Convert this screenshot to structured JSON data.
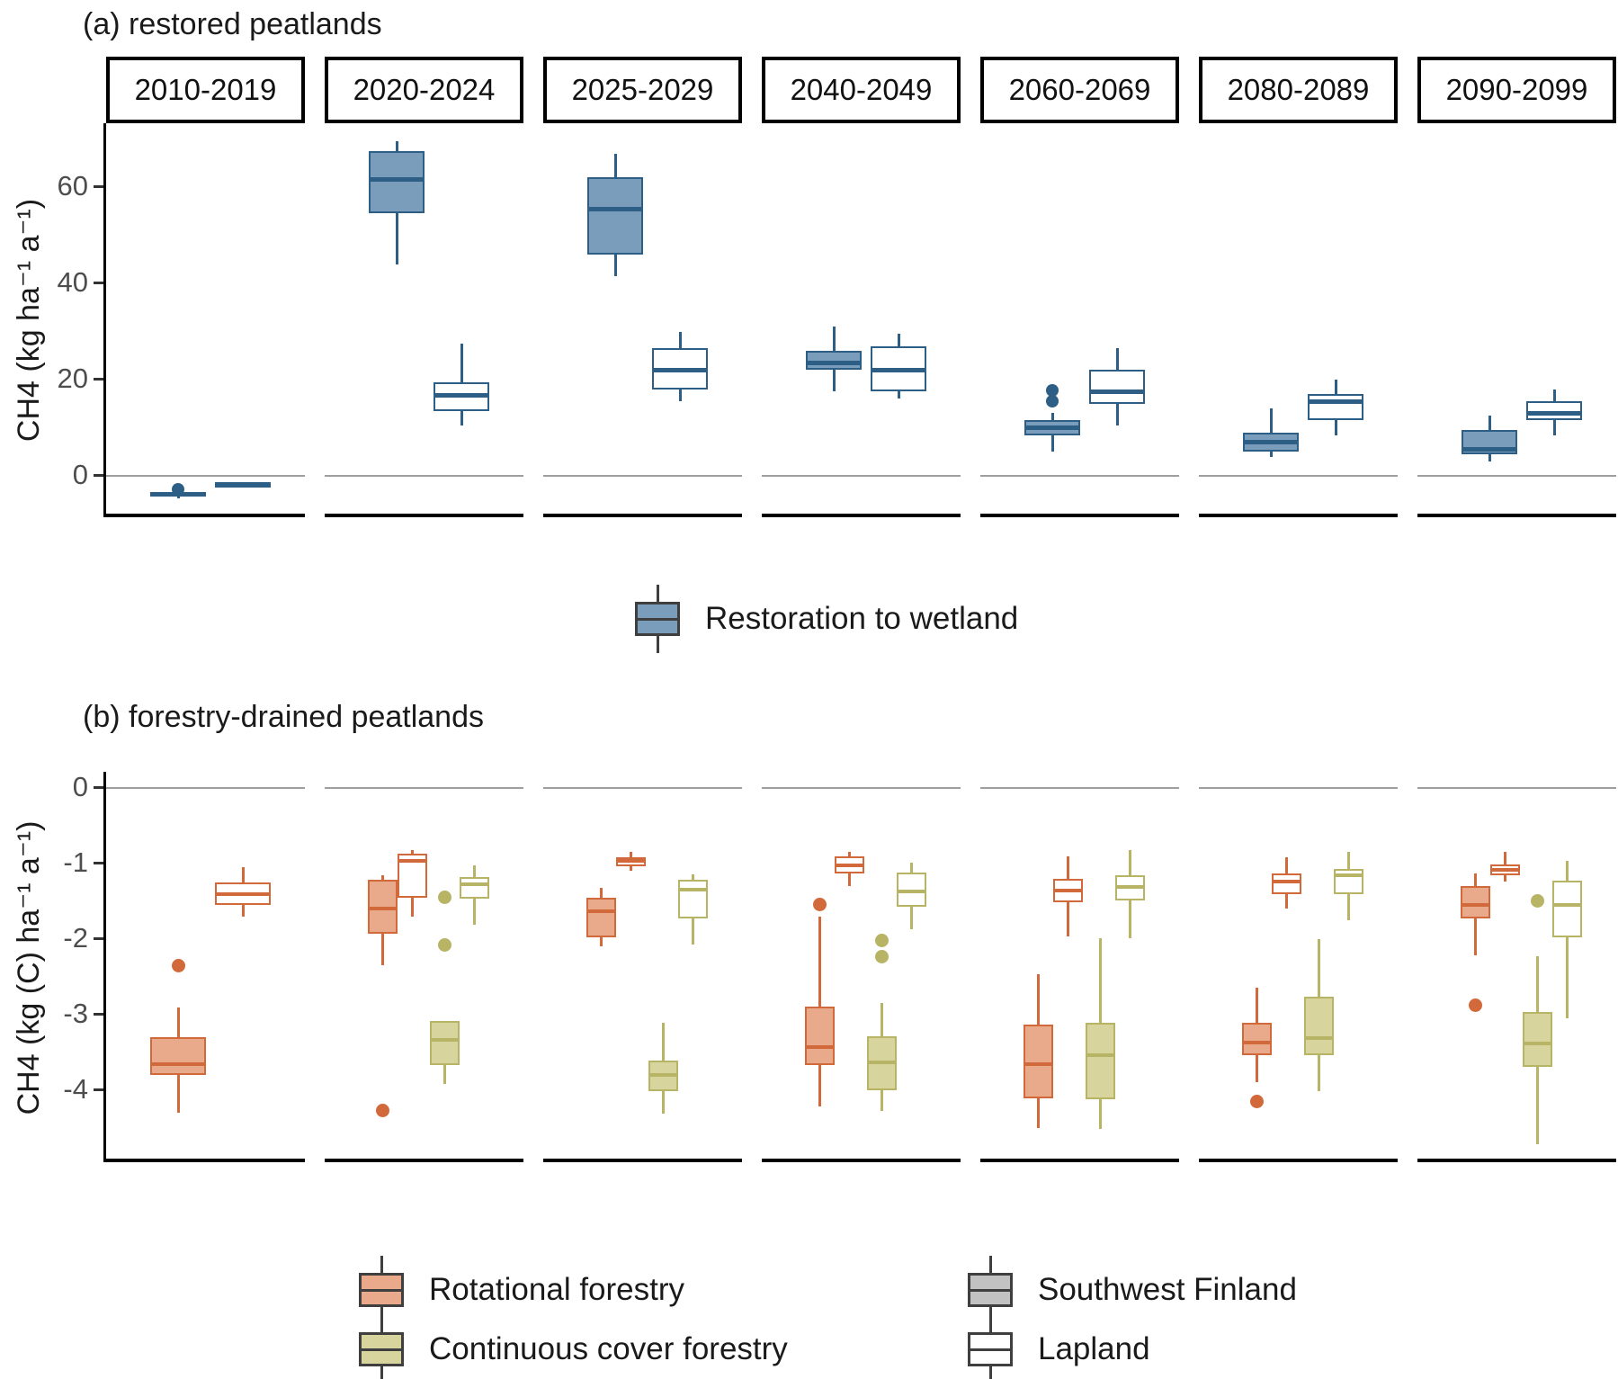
{
  "chart_data": [
    {
      "type": "boxplot",
      "panel": "a",
      "title": "(a) restored peatlands",
      "ylabel": "CH4 (kg ha⁻¹ a⁻¹)",
      "yticks": [
        0,
        20,
        40,
        60
      ],
      "yticklabels": [
        "0",
        "20",
        "40",
        "60"
      ],
      "ylim": [
        -9,
        73
      ],
      "grid": "zero-line-only",
      "facets": [
        "2010-2019",
        "2020-2024",
        "2025-2029",
        "2040-2049",
        "2060-2069",
        "2080-2089",
        "2090-2099"
      ],
      "series": [
        {
          "id": "restoration-sw",
          "treatment": "Restoration to wetland",
          "region": "Southwest Finland",
          "fill": "#7B9DBC",
          "stroke": "#2D5F86"
        },
        {
          "id": "restoration-lap",
          "treatment": "Restoration to wetland",
          "region": "Lapland",
          "fill": "#FFFFFF",
          "stroke": "#2D5F86"
        }
      ],
      "data": [
        [
          {
            "lo": -4.6,
            "q1": -4.3,
            "med": -3.9,
            "q3": -3.6,
            "hi": -3.4,
            "out": [
              -2.8
            ]
          },
          {
            "lo": -1.8,
            "q1": -1.75,
            "med": -1.7,
            "q3": -1.65,
            "hi": -1.6,
            "out": []
          }
        ],
        [
          {
            "lo": 44,
            "q1": 54.5,
            "med": 61.5,
            "q3": 67.5,
            "hi": 69.5,
            "out": []
          },
          {
            "lo": 10.5,
            "q1": 13.5,
            "med": 16.8,
            "q3": 19.5,
            "hi": 27.5,
            "out": []
          }
        ],
        [
          {
            "lo": 41.5,
            "q1": 46,
            "med": 55.5,
            "q3": 62,
            "hi": 67,
            "out": []
          },
          {
            "lo": 15.5,
            "q1": 18,
            "med": 22,
            "q3": 26.5,
            "hi": 30,
            "out": []
          }
        ],
        [
          {
            "lo": 17.5,
            "q1": 22,
            "med": 23.5,
            "q3": 26,
            "hi": 31,
            "out": []
          },
          {
            "lo": 16,
            "q1": 17.5,
            "med": 22,
            "q3": 27,
            "hi": 29.5,
            "out": []
          }
        ],
        [
          {
            "lo": 5,
            "q1": 8.5,
            "med": 10,
            "q3": 11.5,
            "hi": 13,
            "out": [
              15.5,
              17.8
            ]
          },
          {
            "lo": 10.5,
            "q1": 15,
            "med": 17.5,
            "q3": 22,
            "hi": 26.5,
            "out": []
          }
        ],
        [
          {
            "lo": 4,
            "q1": 5,
            "med": 7,
            "q3": 9,
            "hi": 14,
            "out": []
          },
          {
            "lo": 8.5,
            "q1": 11.5,
            "med": 15.5,
            "q3": 17,
            "hi": 20,
            "out": []
          }
        ],
        [
          {
            "lo": 3,
            "q1": 4.5,
            "med": 5.5,
            "q3": 9.5,
            "hi": 12.5,
            "out": []
          },
          {
            "lo": 8.5,
            "q1": 11.5,
            "med": 13,
            "q3": 15.5,
            "hi": 18,
            "out": []
          }
        ]
      ]
    },
    {
      "type": "boxplot",
      "panel": "b",
      "title": "(b) forestry-drained peatlands",
      "ylabel": "CH4 (kg (C) ha⁻¹ a⁻¹)",
      "yticks": [
        0,
        -1,
        -2,
        -3,
        -4
      ],
      "yticklabels": [
        "0",
        "-1",
        "-2",
        "-3",
        "-4"
      ],
      "ylim": [
        -5,
        0.2
      ],
      "grid": "zero-line-only",
      "facets": [
        "2010-2019",
        "2020-2024",
        "2025-2029",
        "2040-2049",
        "2060-2069",
        "2080-2089",
        "2090-2099"
      ],
      "series": [
        {
          "id": "rotational-sw",
          "treatment": "Rotational forestry",
          "region": "Southwest Finland",
          "fill": "#E9A98B",
          "stroke": "#D2693B"
        },
        {
          "id": "rotational-lap",
          "treatment": "Rotational forestry",
          "region": "Lapland",
          "fill": "#FFFFFF",
          "stroke": "#D2693B"
        },
        {
          "id": "continuous-sw",
          "treatment": "Continuous cover forestry",
          "region": "Southwest Finland",
          "fill": "#D7D49E",
          "stroke": "#B8B465"
        },
        {
          "id": "continuous-lap",
          "treatment": "Continuous cover forestry",
          "region": "Lapland",
          "fill": "#FFFFFF",
          "stroke": "#B8B465"
        }
      ],
      "data": [
        [
          {
            "lo": -4.3,
            "q1": -3.8,
            "med": -3.65,
            "q3": -3.3,
            "hi": -2.9,
            "out": [
              -2.35
            ]
          },
          {
            "lo": -1.7,
            "q1": -1.55,
            "med": -1.4,
            "q3": -1.25,
            "hi": -1.05,
            "out": []
          },
          null,
          null
        ],
        [
          {
            "lo": -2.35,
            "q1": -1.93,
            "med": -1.6,
            "q3": -1.22,
            "hi": -1.15,
            "out": [
              -4.27
            ]
          },
          {
            "lo": -1.7,
            "q1": -1.45,
            "med": -0.97,
            "q3": -0.87,
            "hi": -0.82,
            "out": []
          },
          {
            "lo": -3.92,
            "q1": -3.67,
            "med": -3.33,
            "q3": -3.08,
            "hi": -3.08,
            "out": [
              -1.45,
              -2.08
            ]
          },
          {
            "lo": -1.81,
            "q1": -1.47,
            "med": -1.27,
            "q3": -1.18,
            "hi": -1.02,
            "out": []
          }
        ],
        [
          {
            "lo": -2.1,
            "q1": -1.98,
            "med": -1.63,
            "q3": -1.45,
            "hi": -1.32,
            "out": []
          },
          {
            "lo": -1.09,
            "q1": -1.03,
            "med": -0.97,
            "q3": -0.92,
            "hi": -0.84,
            "out": []
          },
          {
            "lo": -4.31,
            "q1": -4.01,
            "med": -3.8,
            "q3": -3.61,
            "hi": -3.11,
            "out": []
          },
          {
            "lo": -2.07,
            "q1": -1.73,
            "med": -1.35,
            "q3": -1.22,
            "hi": -1.14,
            "out": []
          }
        ],
        [
          {
            "lo": -4.21,
            "q1": -3.67,
            "med": -3.43,
            "q3": -2.89,
            "hi": -1.7,
            "out": [
              -1.54
            ]
          },
          {
            "lo": -1.3,
            "q1": -1.13,
            "med": -1.02,
            "q3": -0.9,
            "hi": -0.85,
            "out": []
          },
          {
            "lo": -4.27,
            "q1": -4.0,
            "med": -3.63,
            "q3": -3.29,
            "hi": -2.85,
            "out": [
              -2.02,
              -2.23
            ]
          },
          {
            "lo": -1.87,
            "q1": -1.57,
            "med": -1.37,
            "q3": -1.12,
            "hi": -0.99,
            "out": []
          }
        ],
        [
          {
            "lo": -4.5,
            "q1": -4.11,
            "med": -3.66,
            "q3": -3.13,
            "hi": -2.47,
            "out": []
          },
          {
            "lo": -1.96,
            "q1": -1.51,
            "med": -1.36,
            "q3": -1.2,
            "hi": -0.9,
            "out": []
          },
          {
            "lo": -4.51,
            "q1": -4.12,
            "med": -3.54,
            "q3": -3.11,
            "hi": -1.99,
            "out": []
          },
          {
            "lo": -1.99,
            "q1": -1.49,
            "med": -1.31,
            "q3": -1.15,
            "hi": -0.82,
            "out": []
          }
        ],
        [
          {
            "lo": -3.89,
            "q1": -3.53,
            "med": -3.37,
            "q3": -3.11,
            "hi": -2.64,
            "out": [
              -4.15
            ]
          },
          {
            "lo": -1.6,
            "q1": -1.41,
            "med": -1.24,
            "q3": -1.13,
            "hi": -0.92,
            "out": []
          },
          {
            "lo": -4.01,
            "q1": -3.54,
            "med": -3.31,
            "q3": -2.76,
            "hi": -2.0,
            "out": []
          },
          {
            "lo": -1.75,
            "q1": -1.41,
            "med": -1.15,
            "q3": -1.07,
            "hi": -0.85,
            "out": []
          }
        ],
        [
          {
            "lo": -2.22,
            "q1": -1.73,
            "med": -1.55,
            "q3": -1.3,
            "hi": -1.13,
            "out": [
              -2.87
            ]
          },
          {
            "lo": -1.24,
            "q1": -1.16,
            "med": -1.08,
            "q3": -1.01,
            "hi": -0.84,
            "out": []
          },
          {
            "lo": -4.72,
            "q1": -3.69,
            "med": -3.38,
            "q3": -2.96,
            "hi": -2.23,
            "out": [
              -1.49
            ]
          },
          {
            "lo": -3.05,
            "q1": -1.98,
            "med": -1.55,
            "q3": -1.23,
            "hi": -0.96,
            "out": []
          }
        ]
      ]
    }
  ],
  "legend_a": {
    "label": "Restoration to wetland",
    "key_fill": "#7B9DBC"
  },
  "legend_b": {
    "items": [
      {
        "label": "Rotational forestry",
        "key_fill": "#E9A98B"
      },
      {
        "label": "Continuous cover forestry",
        "key_fill": "#D7D49E"
      },
      {
        "label": "Southwest Finland",
        "key_fill": "#C2C2C2"
      },
      {
        "label": "Lapland",
        "key_fill": "#FFFFFF"
      }
    ]
  }
}
